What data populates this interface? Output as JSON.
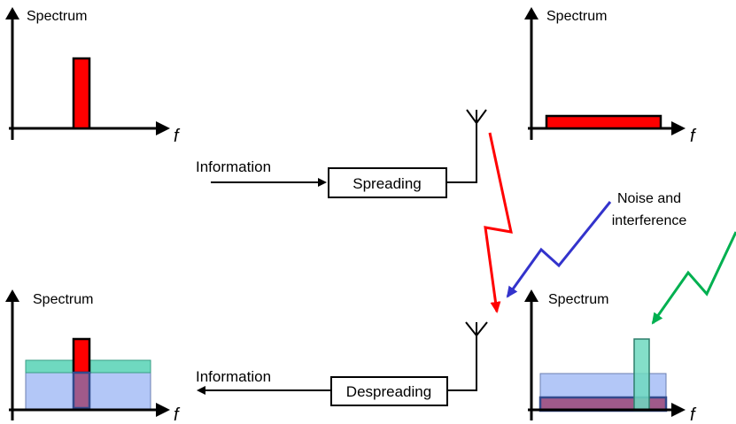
{
  "panels": {
    "tx_narrow": {
      "axis_label": "Spectrum",
      "f_label": "f"
    },
    "tx_spread": {
      "axis_label": "Spectrum",
      "f_label": "f"
    },
    "rx_despread": {
      "axis_label": "Spectrum",
      "f_label": "f"
    },
    "rx_received": {
      "axis_label": "Spectrum",
      "f_label": "f"
    }
  },
  "transmitter": {
    "input_label": "Information",
    "block_label": "Spreading"
  },
  "receiver": {
    "output_label": "Information",
    "block_label": "Despreading"
  },
  "annotation": {
    "noise_line1": "Noise and",
    "noise_line2": "interference"
  },
  "colors": {
    "signal": "#ff0000",
    "noise_band": "#b3c7f7",
    "interference": "#6fd9c0",
    "signal_path": "#ff0000",
    "noise_path": "#3333cc",
    "interference_path": "#00b050"
  }
}
